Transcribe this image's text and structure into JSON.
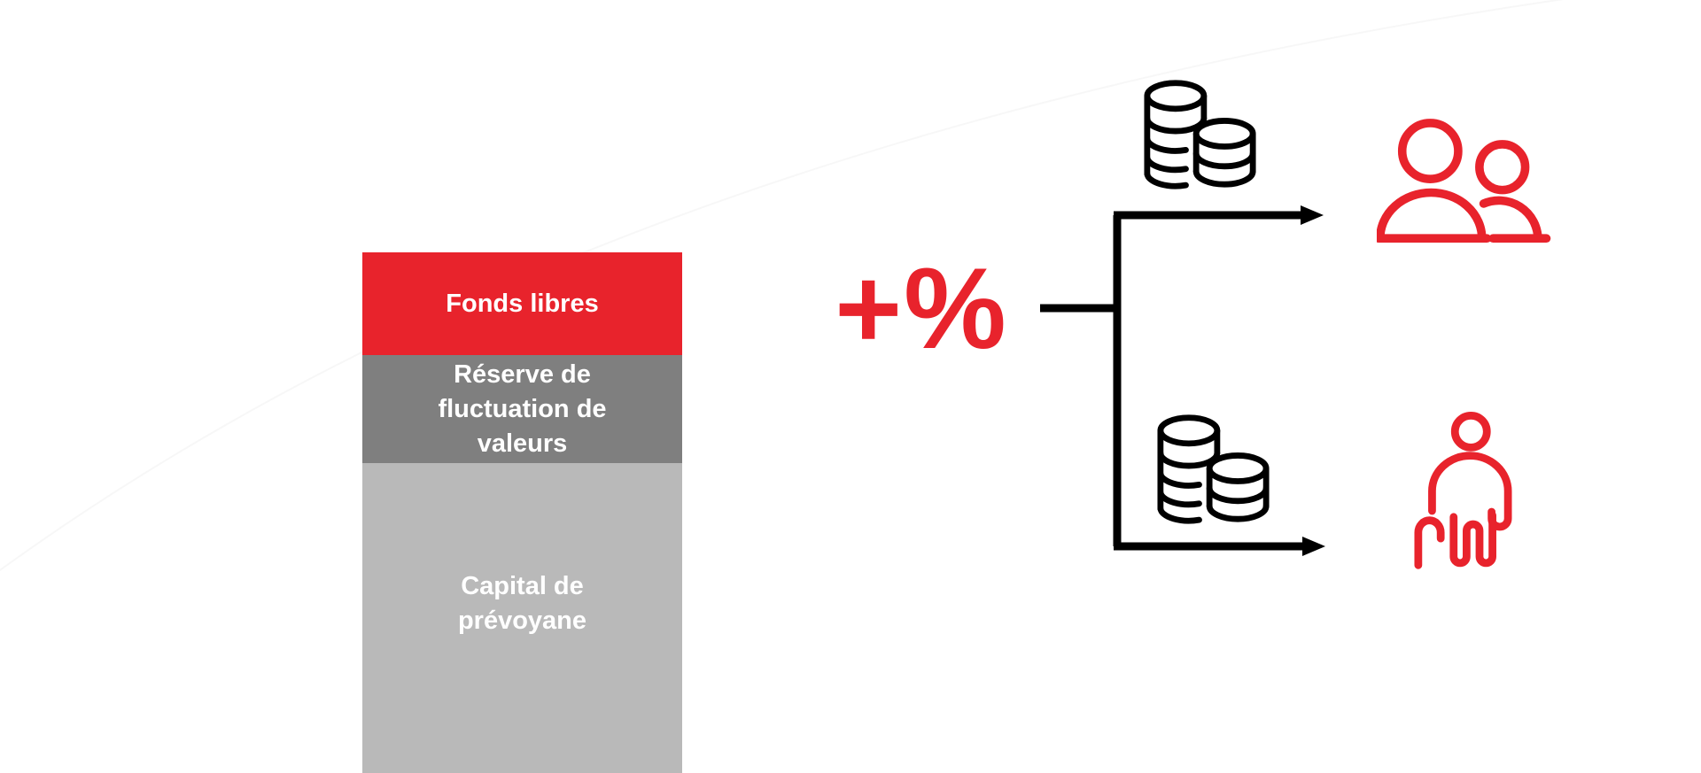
{
  "stacked_bar": {
    "text_color": "#ffffff",
    "segments": [
      {
        "id": "fonds-libres",
        "label": "Fonds libres",
        "lines": [
          "Fonds libres"
        ],
        "color": "#e8232c"
      },
      {
        "id": "reserve-fluctuation-valeurs",
        "label": "Réserve de fluctuation de valeurs",
        "lines": [
          "Réserve de",
          "fluctuation de",
          "valeurs"
        ],
        "color": "#7f7f7f"
      },
      {
        "id": "capital-prevoyane",
        "label": "Capital de prévoyane",
        "lines": [
          "Capital de",
          "prévoyane"
        ],
        "color": "#b9b9b9"
      }
    ]
  },
  "flow": {
    "operator": "+%",
    "operator_color": "#e8232c",
    "line_color": "#000000",
    "branches": [
      {
        "position": "top",
        "icon": "coin-stacks-icon",
        "target_icon": "two-persons-icon"
      },
      {
        "position": "bottom",
        "icon": "coin-stacks-icon",
        "target_icon": "elderly-person-with-cane-icon"
      }
    ]
  },
  "colors": {
    "accent_red": "#e8232c",
    "dark_gray": "#7f7f7f",
    "light_gray": "#b9b9b9",
    "black_lines": "#000000",
    "background": "#ffffff",
    "bar_text": "#ffffff"
  }
}
